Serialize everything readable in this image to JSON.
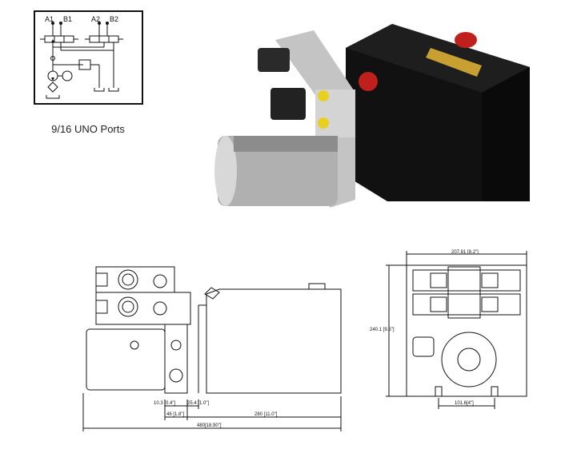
{
  "schematic": {
    "port_labels": [
      "A1",
      "B1",
      "A2",
      "B2"
    ]
  },
  "caption": "9/16 UNO Ports",
  "side_view": {
    "dims": {
      "d1": "10.3 [0.4\"]",
      "d2": "25.4 [1.0\"]",
      "d3": "46 [1.8\"]",
      "d4": "280 [11.0\"]",
      "d5": "480[18.90\"]"
    }
  },
  "front_view": {
    "dims": {
      "width": "207.81 [8.2\"]",
      "height": "240.1 [9.5\"]",
      "mount": "101.6[4\"]"
    }
  }
}
